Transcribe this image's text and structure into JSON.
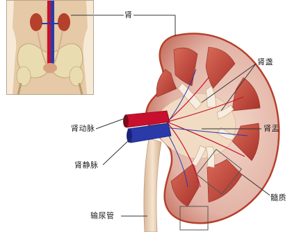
{
  "labels": {
    "kidney": "肾",
    "renal_pelvis_upper": "肾盏",
    "renal_pelvis": "肾盂",
    "renal_artery": "肾动脉",
    "renal_vein": "肾静脉",
    "medulla": "髓质",
    "ureter": "输尿管"
  },
  "colors": {
    "cortex": "#e2b3a6",
    "capsule": "#b5402c",
    "medulla_pyramid": "#c94a3a",
    "sinus": "#f1dcc3",
    "artery": "#c8102e",
    "vein": "#2a3aa8",
    "ureter": "#ecd3b8",
    "inset_bg": "#f6ead7",
    "inset_skin": "#e6c9a6",
    "inset_bone": "#e9dcb0"
  },
  "icons": {
    "inset": "torso-anatomy-icon"
  }
}
